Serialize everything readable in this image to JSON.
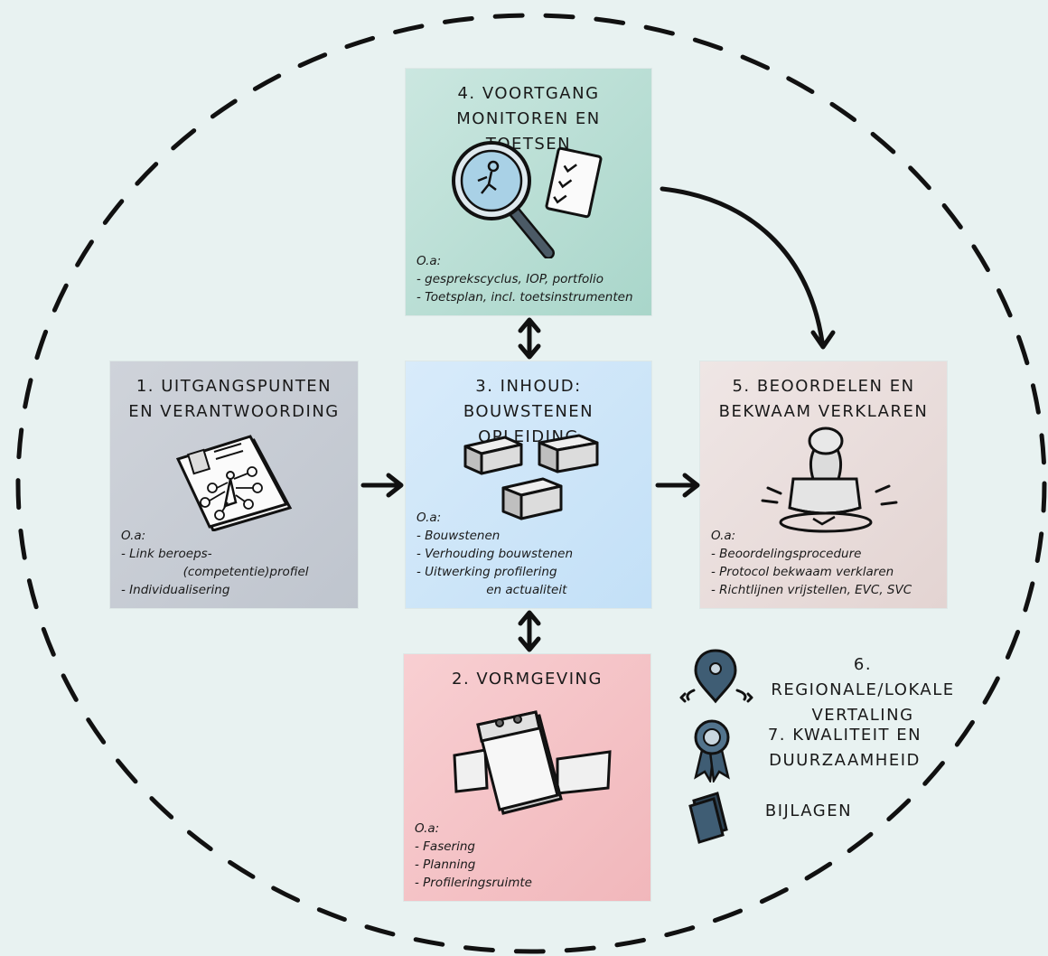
{
  "boxes": {
    "box1": {
      "title": "1. UITGANGSPUNTEN\nEN VERANTWOORDING",
      "notes": [
        "O.a:",
        "- Link beroeps-",
        "                (competentie)profiel",
        "- Individualisering"
      ]
    },
    "box2": {
      "title": "2. VORMGEVING",
      "notes": [
        "O.a:",
        "- Fasering",
        "- Planning",
        "- Profileringsruimte"
      ]
    },
    "box3": {
      "title": "3. INHOUD: BOUWSTENEN\nOPLEIDING",
      "notes": [
        "O.a:",
        "- Bouwstenen",
        "- Verhouding bouwstenen",
        "- Uitwerking profilering",
        "                  en actualiteit"
      ]
    },
    "box4": {
      "title": "4. VOORTGANG\nMONITOREN EN TOETSEN",
      "notes": [
        "O.a:",
        "- gesprekscyclus, IOP, portfolio",
        "- Toetsplan, incl. toetsinstrumenten"
      ]
    },
    "box5": {
      "title": "5. BEOORDELEN EN\nBEKWAAM VERKLAREN",
      "notes": [
        "O.a:",
        "- Beoordelingsprocedure",
        "- Protocol bekwaam verklaren",
        "- Richtlijnen vrijstellen, EVC, SVC"
      ]
    }
  },
  "legend": [
    {
      "label": "6. REGIONALE/LOKALE\nVERTALING",
      "icon": "map-pin-icon"
    },
    {
      "label": "7. KWALITEIT EN\nDUURZAAMHEID",
      "icon": "award-ribbon-icon"
    },
    {
      "label": "BIJLAGEN",
      "icon": "documents-icon"
    }
  ],
  "colors": {
    "background": "#e8f2f1",
    "box1": "#c8cdd5",
    "box2": "#f4c2c5",
    "box3": "#cde6f8",
    "box4": "#b9ded4",
    "box5": "#e9dddb",
    "icon_blue": "#3f5d74"
  }
}
